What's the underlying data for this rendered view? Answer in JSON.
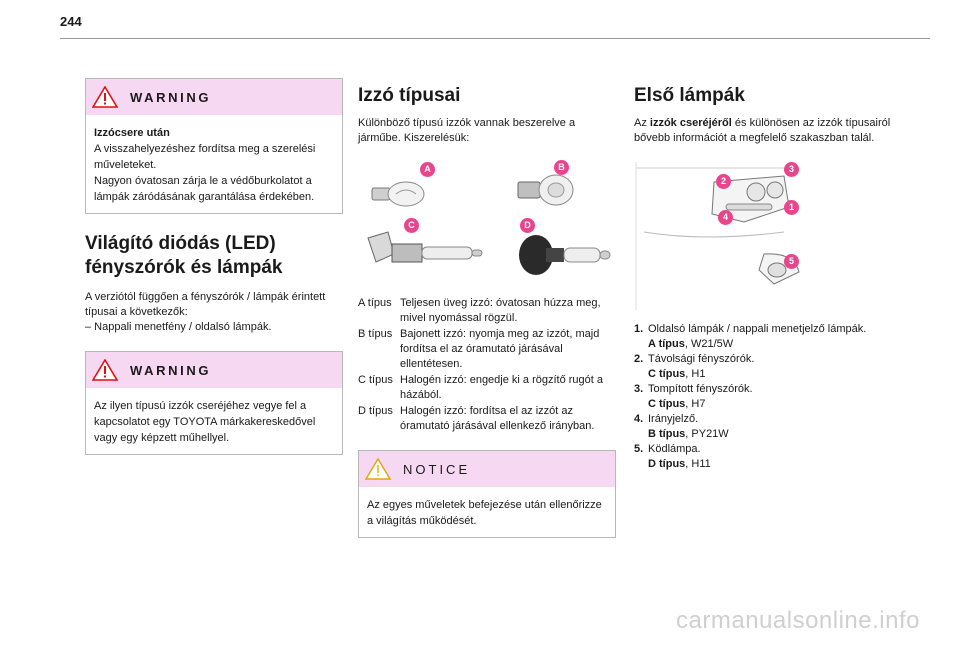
{
  "page": {
    "number": "244"
  },
  "left": {
    "warning1": {
      "label": "WARNING",
      "title": "Izzócsere után",
      "lines": [
        "A visszahelyezéshez fordítsa meg a szerelési műveleteket.",
        "Nagyon óvatosan zárja le a védőburkolatot a lámpák záródásának garantálása érdekében."
      ]
    },
    "led": {
      "heading": "Világító diódás (LED) fényszórók és lámpák",
      "intro": "A verziótól függően a fényszórók / lámpák érintett típusai a következők:",
      "item": "– Nappali menetfény / oldalsó lámpák."
    },
    "warning2": {
      "label": "WARNING",
      "text": "Az ilyen típusú izzók cseréjéhez vegye fel a kapcsolatot egy TOYOTA márkakereskedővel vagy egy képzett műhellyel."
    }
  },
  "middle": {
    "heading": "Izzó típusai",
    "intro": "Különböző típusú izzók vannak beszerelve a járműbe. Kiszerelésük:",
    "badges": [
      "A",
      "B",
      "C",
      "D"
    ],
    "types": [
      {
        "key": "A típus",
        "value": "Teljesen üveg izzó: óvatosan húzza meg, mivel nyomással rögzül."
      },
      {
        "key": "B típus",
        "value": "Bajonett izzó: nyomja meg az izzót, majd fordítsa el az óramutató járásával ellentétesen."
      },
      {
        "key": "C típus",
        "value": "Halogén izzó: engedje ki a rögzítő rugót a házából."
      },
      {
        "key": "D típus",
        "value": "Halogén izzó: fordítsa el az izzót az óramutató járásával ellenkező irányban."
      }
    ],
    "notice": {
      "label": "NOTICE",
      "text": "Az egyes műveletek befejezése után ellenőrizze a világítás működését."
    }
  },
  "right": {
    "heading": "Első lámpák",
    "intro_pre": "Az ",
    "intro_bold": "izzók cseréjéről",
    "intro_post": " és különösen az izzók típusairól bővebb információt a megfelelő szakaszban talál.",
    "callouts": [
      "1",
      "2",
      "3",
      "4",
      "5"
    ],
    "lamps": [
      {
        "num": "1.",
        "name": "Oldalsó lámpák / nappali menetjelző lámpák.",
        "type": "A típus",
        "spec": ", W21/5W"
      },
      {
        "num": "2.",
        "name": "Távolsági fényszórók.",
        "type": "C típus",
        "spec": ", H1"
      },
      {
        "num": "3.",
        "name": "Tompított fényszórók.",
        "type": "C típus",
        "spec": ", H7"
      },
      {
        "num": "4.",
        "name": "Irányjelző.",
        "type": "B típus",
        "spec": ", PY21W"
      },
      {
        "num": "5.",
        "name": "Ködlámpa.",
        "type": "D típus",
        "spec": ", H11"
      }
    ]
  },
  "watermark": "carmanualsonline.info",
  "colors": {
    "callout": "#e8458d",
    "box_header": "#f7d8f2"
  }
}
